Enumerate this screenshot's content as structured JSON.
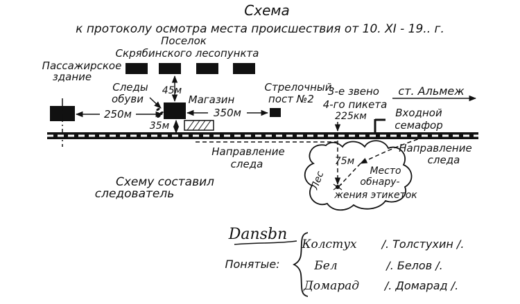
{
  "header": {
    "title": "Схема",
    "subtitle": "к протоколу осмотра места происшествия от 10. XI - 19.. г."
  },
  "labels": {
    "settlement_1": "Поселок",
    "settlement_2": "Скрябинского лесопункта",
    "station_1": "Пассажирское",
    "station_2": "здание",
    "tracks_1": "Следы",
    "tracks_2": "обуви",
    "store": "Магазин",
    "switch_post_1": "Стрелочный",
    "switch_post_2": "пост №2",
    "picket_1": "3-е звено",
    "picket_2": "4-го пикета",
    "picket_3": "225км",
    "almezh": "ст. Альмеж",
    "signal_1": "Входной",
    "signal_2": "семафор",
    "direction_left_1": "Направление",
    "direction_left_2": "следа",
    "direction_right_1": "Направление",
    "direction_right_2": "следа",
    "forest": "Лес",
    "finding_1": "Место",
    "finding_2": "обнару-",
    "finding_3": "жения этикеток",
    "author_1": "Схему составил",
    "author_2": "следователь"
  },
  "distances": {
    "station_to_store": "250м",
    "store_to_post": "350м",
    "settlement_to_store": "45м",
    "store_to_track": "35м",
    "forest_distance": "75м"
  },
  "signatures": {
    "investigator_signature": "Dansbn",
    "witnesses_label": "Понятые:",
    "witnesses": [
      {
        "handwritten": "Колстух",
        "printed": "/. Толстухин /."
      },
      {
        "handwritten": "Бел",
        "printed": "/. Белов /."
      },
      {
        "handwritten": "Домарад",
        "printed": "/. Домарад /."
      }
    ]
  }
}
